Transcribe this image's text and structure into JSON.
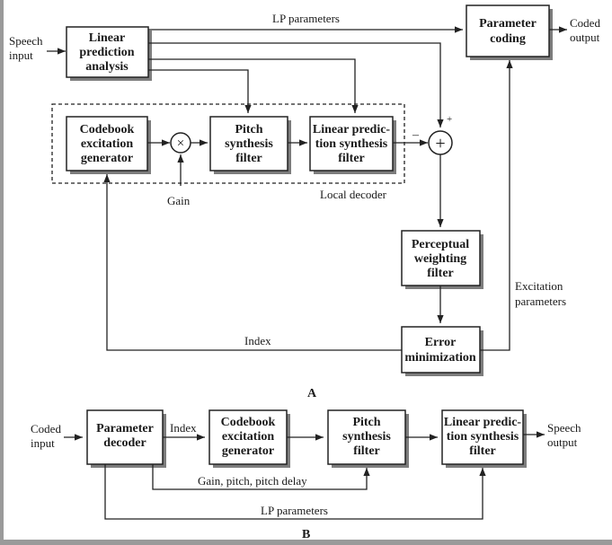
{
  "part_a": {
    "label": "A",
    "speech_input": [
      "Speech",
      "input"
    ],
    "lp_analysis": [
      "Linear",
      "prediction",
      "analysis"
    ],
    "lp_parameters": "LP parameters",
    "parameter_coding": [
      "Parameter",
      "coding"
    ],
    "coded_output": [
      "Coded",
      "output"
    ],
    "codebook": [
      "Codebook",
      "excitation",
      "generator"
    ],
    "multiply_symbol": "×",
    "pitch_filter": [
      "Pitch",
      "synthesis",
      "filter"
    ],
    "lp_synthesis": [
      "Linear predic-",
      "tion synthesis",
      "filter"
    ],
    "sum_symbol": "+",
    "plus_sign": "+",
    "minus_sign": "–",
    "gain": "Gain",
    "local_decoder": "Local decoder",
    "perceptual": [
      "Perceptual",
      "weighting",
      "filter"
    ],
    "excitation_parameters": [
      "Excitation",
      "parameters"
    ],
    "index": "Index",
    "error_min": [
      "Error",
      "minimization"
    ]
  },
  "part_b": {
    "label": "B",
    "coded_input": [
      "Coded",
      "input"
    ],
    "parameter_decoder": [
      "Parameter",
      "decoder"
    ],
    "index": "Index",
    "codebook": [
      "Codebook",
      "excitation",
      "generator"
    ],
    "pitch_filter": [
      "Pitch",
      "synthesis",
      "filter"
    ],
    "lp_synthesis": [
      "Linear predic-",
      "tion synthesis",
      "filter"
    ],
    "speech_output": [
      "Speech",
      "output"
    ],
    "gain_pitch": "Gain, pitch, pitch delay",
    "lp_parameters": "LP parameters"
  }
}
